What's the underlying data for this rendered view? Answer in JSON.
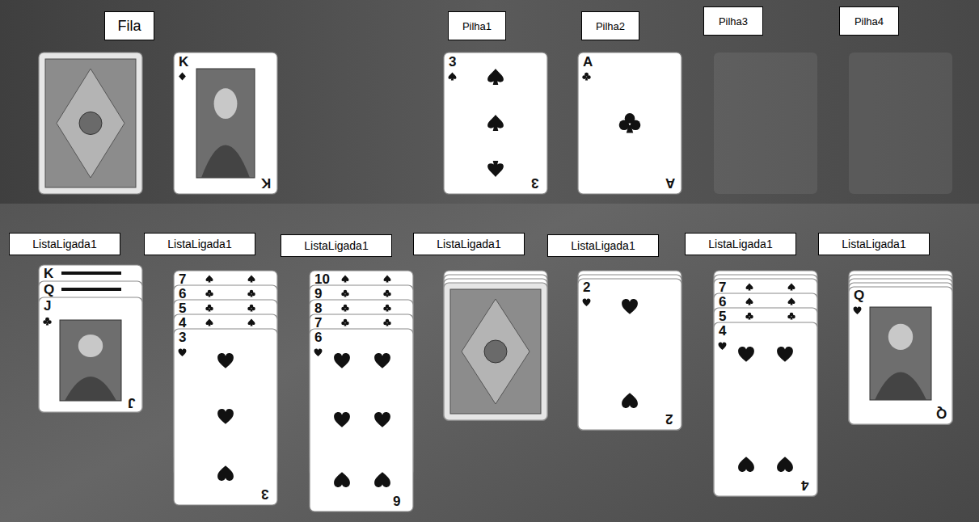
{
  "diagram": {
    "nodes": [
      {
        "text": [
          "Fila"
        ]
      },
      {
        "text": [
          "Pilha1"
        ]
      },
      {
        "text": [
          "Pilha2"
        ]
      },
      {
        "text": [
          "Pilha3"
        ]
      },
      {
        "text": [
          "Pilha4"
        ]
      },
      {
        "text": [
          "ListaLigada1"
        ]
      },
      {
        "text": [
          "ListaLigada1"
        ]
      },
      {
        "text": [
          "ListaLigada1"
        ]
      },
      {
        "text": [
          "ListaLigada1"
        ]
      },
      {
        "text": [
          "ListaLigada1"
        ]
      },
      {
        "text": [
          "ListaLigada1"
        ]
      },
      {
        "text": [
          "ListaLigada1"
        ]
      }
    ],
    "labels": [
      "K",
      "K",
      "3",
      "3",
      "A",
      "A",
      "K",
      "Q",
      "J",
      "J",
      "7",
      "6",
      "5",
      "4",
      "3",
      "3",
      "10",
      "9",
      "8",
      "7",
      "6",
      "6",
      "2",
      "2",
      "7",
      "6",
      "5",
      "4",
      "4",
      "Q",
      "Q"
    ]
  }
}
